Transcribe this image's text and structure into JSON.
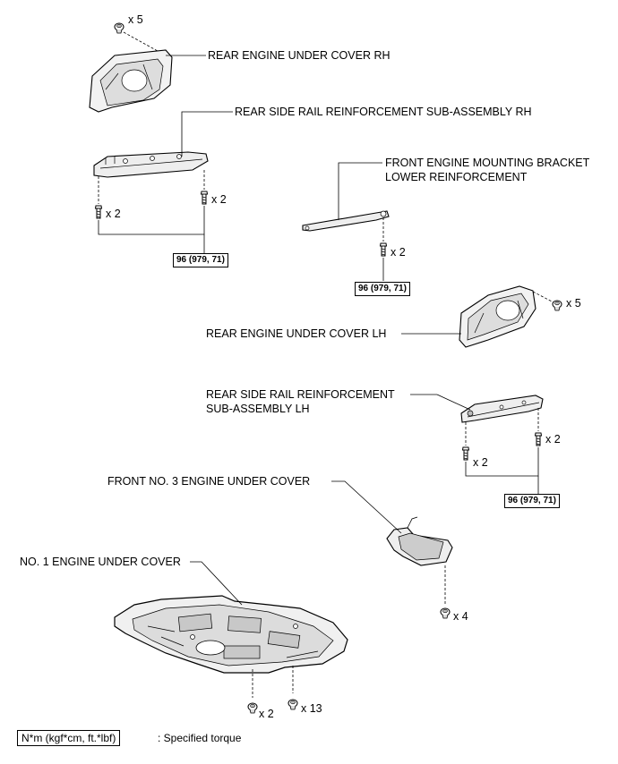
{
  "labels": {
    "rear_engine_under_cover_rh": "REAR ENGINE UNDER COVER RH",
    "rear_side_rail_reinforcement_rh": "REAR SIDE RAIL REINFORCEMENT SUB-ASSEMBLY RH",
    "front_engine_mounting_bracket_line1": "FRONT ENGINE MOUNTING BRACKET",
    "front_engine_mounting_bracket_line2": "LOWER REINFORCEMENT",
    "rear_engine_under_cover_lh": "REAR ENGINE UNDER COVER LH",
    "rear_side_rail_reinforcement_lh_line1": "REAR SIDE RAIL REINFORCEMENT",
    "rear_side_rail_reinforcement_lh_line2": "SUB-ASSEMBLY LH",
    "front_no3_engine_under_cover": "FRONT NO. 3 ENGINE UNDER COVER",
    "no1_engine_under_cover": "NO. 1 ENGINE UNDER COVER"
  },
  "quantities": {
    "clip_rh": "x 5",
    "bolt_rh_left": "x 2",
    "bolt_rh_right": "x 2",
    "bolt_bracket": "x 2",
    "clip_lh": "x 5",
    "bolt_lh_left": "x 2",
    "bolt_lh_right": "x 2",
    "clip_front_no3": "x 4",
    "bolt_no1_a": "x 2",
    "bolt_no1_b": "x 13"
  },
  "torques": {
    "rh": "96 (979, 71)",
    "bracket": "96 (979, 71)",
    "lh": "96 (979, 71)"
  },
  "legend": {
    "units": "N*m (kgf*cm, ft.*lbf)",
    "description": ": Specified torque"
  }
}
